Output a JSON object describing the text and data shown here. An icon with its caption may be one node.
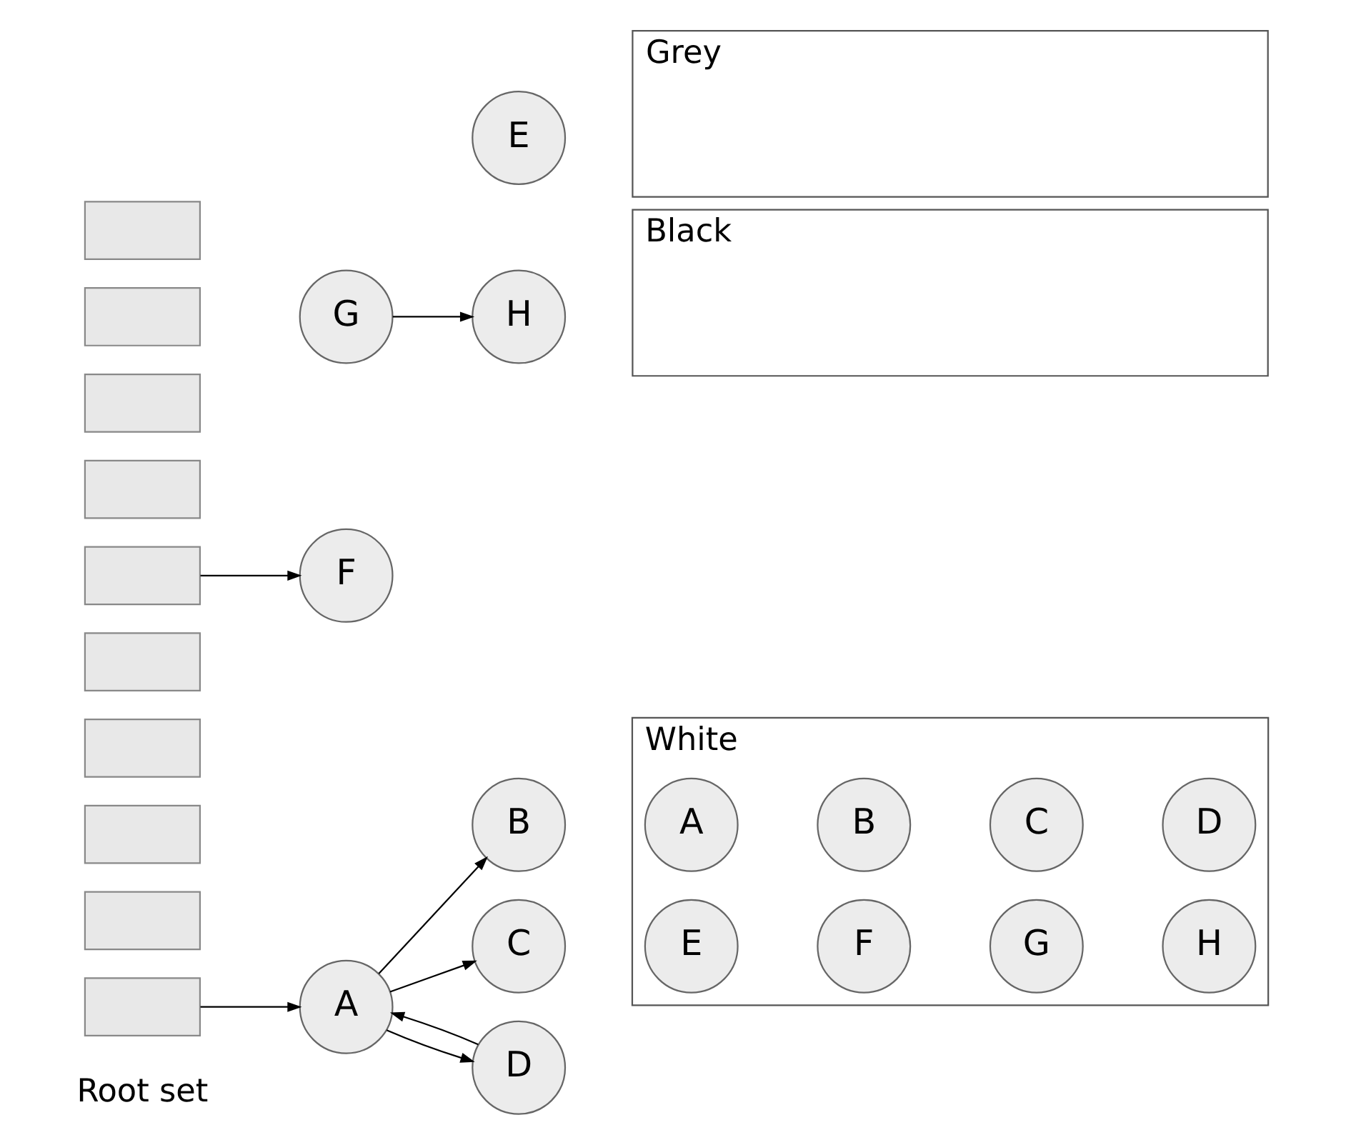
{
  "diagram": {
    "nodes": [
      {
        "text": [],
        "shape": "box"
      },
      {
        "text": [],
        "shape": "box"
      },
      {
        "text": [],
        "shape": "box"
      },
      {
        "text": [],
        "shape": "box"
      },
      {
        "text": [],
        "shape": "box"
      },
      {
        "text": [],
        "shape": "box"
      },
      {
        "text": [],
        "shape": "box"
      },
      {
        "text": [],
        "shape": "box"
      },
      {
        "text": [],
        "shape": "box"
      },
      {
        "text": [],
        "shape": "box"
      },
      {
        "text": [
          "B"
        ]
      },
      {
        "text": [
          "A"
        ]
      },
      {
        "text": [
          "C"
        ]
      },
      {
        "text": [
          "D"
        ]
      },
      {
        "text": [
          "E"
        ]
      },
      {
        "text": [
          "F"
        ]
      },
      {
        "text": [
          "G"
        ]
      },
      {
        "text": [
          "H"
        ]
      },
      {
        "text": [
          "White"
        ]
      },
      {
        "text": [
          "A"
        ],
        "in": 18
      },
      {
        "text": [
          "B"
        ],
        "in": 18
      },
      {
        "text": [
          "C"
        ],
        "in": 18
      },
      {
        "text": [
          "D"
        ],
        "in": 18
      },
      {
        "text": [
          "E"
        ],
        "in": 18
      },
      {
        "text": [
          "F"
        ],
        "in": 18
      },
      {
        "text": [
          "G"
        ],
        "in": 18
      },
      {
        "text": [
          "H"
        ],
        "in": 18
      },
      {
        "text": [
          "Grey"
        ]
      },
      {
        "text": [
          "Black"
        ]
      }
    ],
    "edges": [
      {
        "from": 0,
        "to": 11,
        "arrow": "to"
      },
      {
        "from": 11,
        "to": 10,
        "arrow": "to"
      },
      {
        "from": 11,
        "to": 12,
        "arrow": "to"
      },
      {
        "from": 11,
        "to": 13,
        "arrow": "to"
      },
      {
        "from": 13,
        "to": 11,
        "arrow": "to"
      },
      {
        "from": 5,
        "to": 15,
        "arrow": "to"
      },
      {
        "from": 16,
        "to": 17,
        "arrow": "to"
      }
    ],
    "labels": [
      "Root set"
    ]
  }
}
